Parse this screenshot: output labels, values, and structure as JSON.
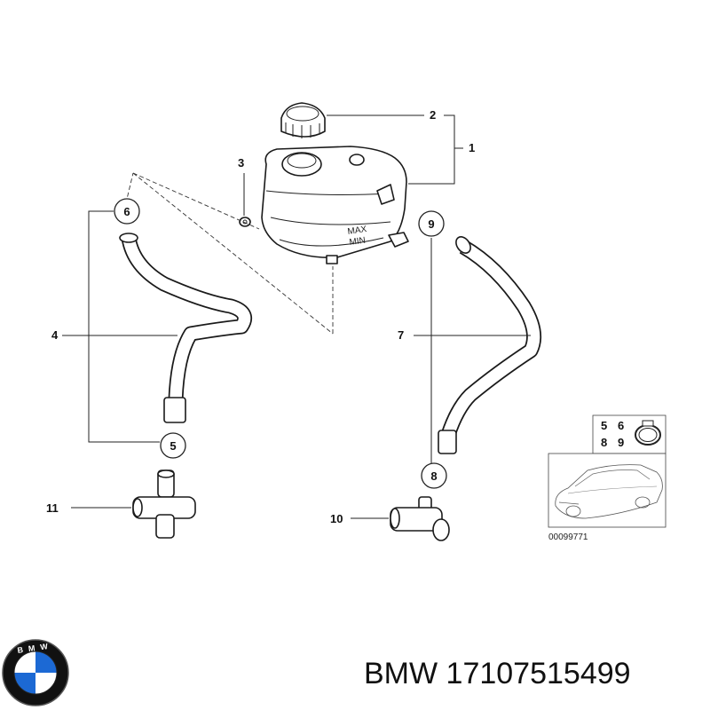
{
  "diagram": {
    "callouts": {
      "c1": "1",
      "c2": "2",
      "c3": "3",
      "c4": "4",
      "c5": "5",
      "c6": "6",
      "c7": "7",
      "c8": "8",
      "c9": "9",
      "c10": "10",
      "c11": "11"
    },
    "tank_marks": {
      "max": "MAX",
      "min": "MIN"
    },
    "inset": {
      "grid": [
        "5",
        "6",
        "8",
        "9"
      ],
      "code": "00099771"
    }
  },
  "footer": {
    "brand": "BMW",
    "part_number": "17107515499"
  },
  "logo": {
    "icon": "bmw-roundel-icon",
    "lettering": "BMW",
    "colors": {
      "blue": "#1c69d4",
      "black": "#111111",
      "white": "#ffffff"
    }
  }
}
